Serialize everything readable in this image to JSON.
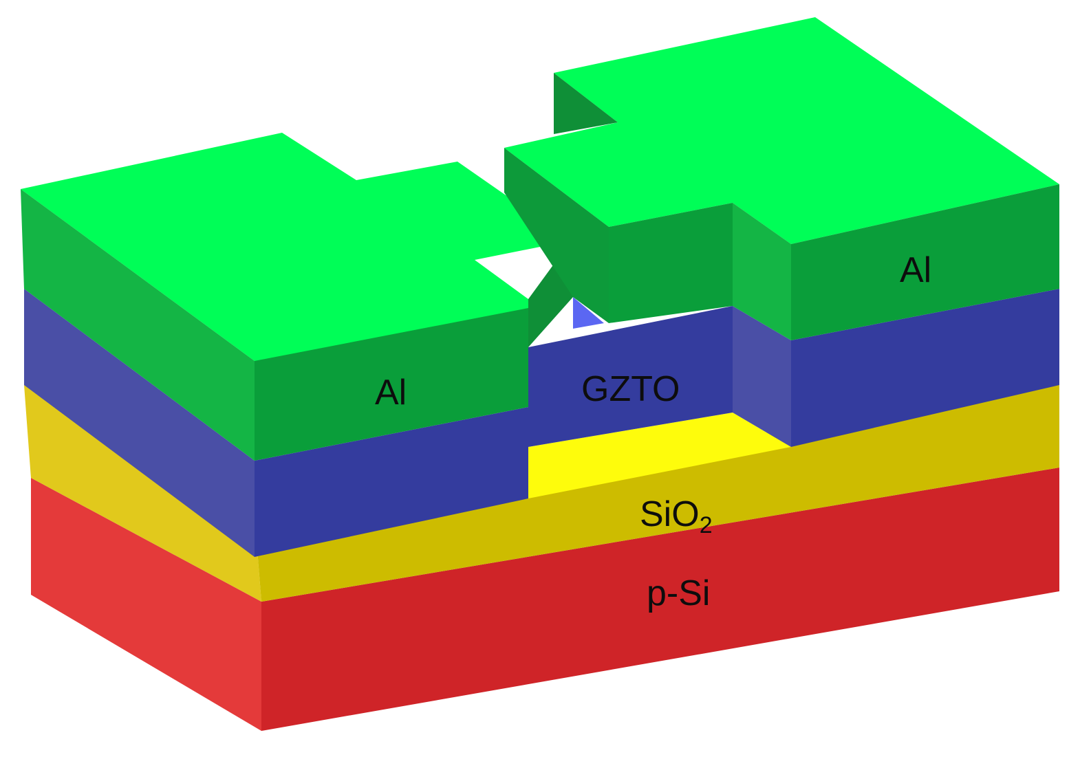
{
  "diagram": {
    "layers": {
      "substrate": {
        "label": "p-Si",
        "front": "#cf2428",
        "side": "#e43a3a"
      },
      "oxide": {
        "label_main": "SiO",
        "label_sub": "2",
        "front": "#cdbc00",
        "side": "#e1c91c",
        "top_exposed": "#fefc0c"
      },
      "channel": {
        "label": "GZTO",
        "front": "#343c9e",
        "side": "#4a4fa6",
        "exposed_top": "#5b67f2"
      },
      "electrode_left": {
        "label": "Al",
        "front": "#0a9e3a",
        "top": "#00fe57"
      },
      "electrode_right": {
        "label": "Al",
        "front": "#0a9e3a",
        "top": "#00fe57"
      }
    }
  }
}
